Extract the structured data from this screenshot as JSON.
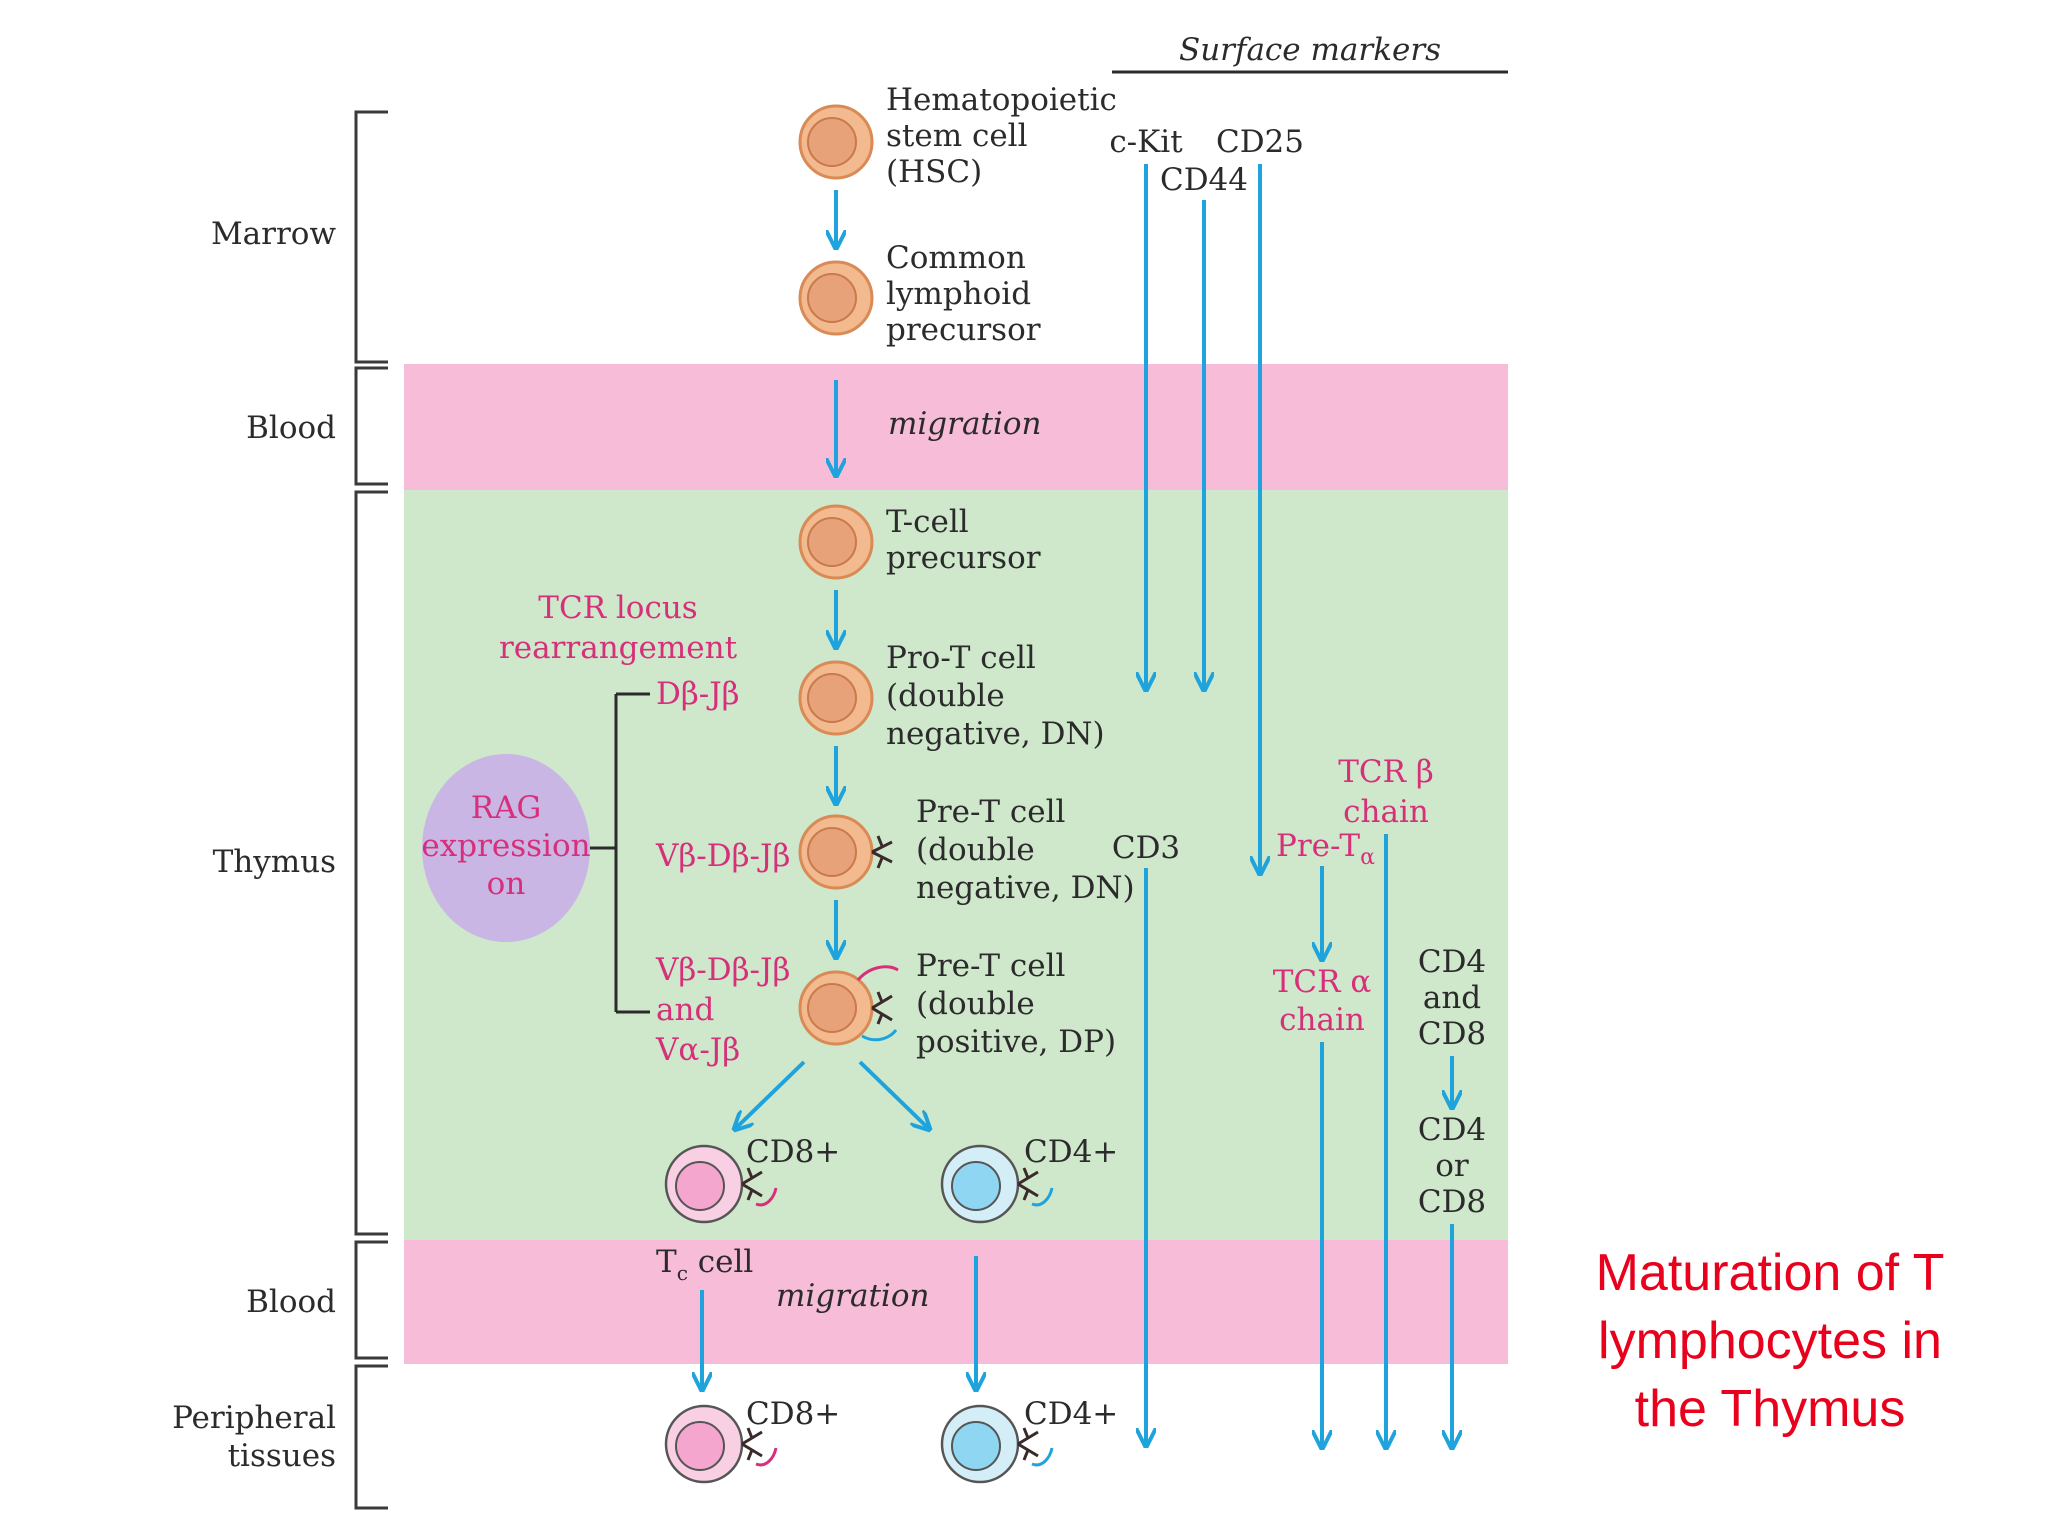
{
  "colors": {
    "blood_band": "#f7bcd8",
    "thymus_band": "#cfe8cc",
    "arrow": "#1fa3dc",
    "magenta_text": "#d6307a",
    "rag_ellipse": "#c9b6e4",
    "cell_fill": "#f3b98f",
    "cd8_cell": "#f4a6cf",
    "cd4_cell": "#8fd6f2",
    "title_red": "#e8001c"
  },
  "surface_markers": {
    "heading": "Surface markers",
    "ckit": "c-Kit",
    "cd44": "CD44",
    "cd25": "CD25",
    "cd3": "CD3",
    "pre_ta": "Pre-T",
    "pre_ta_sub": "α",
    "tcr_b_1": "TCR β",
    "tcr_b_2": "chain",
    "tcr_a_1": "TCR α",
    "tcr_a_2": "chain",
    "cd4cd8_1": "CD4",
    "cd4cd8_2": "and",
    "cd4cd8_3": "CD8",
    "cd4orcd8_1": "CD4",
    "cd4orcd8_2": "or",
    "cd4orcd8_3": "CD8"
  },
  "regions": {
    "marrow": "Marrow",
    "blood1": "Blood",
    "thymus": "Thymus",
    "blood2": "Blood",
    "peripheral_1": "Peripheral",
    "peripheral_2": "tissues"
  },
  "cells": {
    "hsc": [
      "Hematopoietic",
      "stem cell",
      "(HSC)"
    ],
    "clp": [
      "Common",
      "lymphoid",
      "precursor"
    ],
    "migration1": "migration",
    "tcp": [
      "T-cell",
      "precursor"
    ],
    "pro_t": [
      "Pro-T cell",
      "(double",
      "negative, DN)"
    ],
    "pre_t_dn": [
      "Pre-T cell",
      "(double",
      "negative, DN)"
    ],
    "pre_t_dp": [
      "Pre-T cell",
      "(double",
      "positive, DP)"
    ],
    "cd8_thymus": "CD8+",
    "cd4_thymus": "CD4+",
    "tc_cell": "T",
    "tc_sub": "c",
    "tc_cell_word": " cell",
    "migration2": "migration",
    "cd8_periph": "CD8+",
    "cd4_periph": "CD4+"
  },
  "rearrangement": {
    "heading_1": "TCR locus",
    "heading_2": "rearrangement",
    "db_jb": "Dβ-Jβ",
    "vb_db_jb": "Vβ-Dβ-Jβ",
    "vb_db_jb_2": "Vβ-Dβ-Jβ",
    "and": "and",
    "va_jb": "Vα-Jβ",
    "rag_1": "RAG",
    "rag_2": "expression",
    "rag_3": "on"
  },
  "title": [
    "Maturation of T",
    "lymphocytes in",
    "the Thymus"
  ]
}
